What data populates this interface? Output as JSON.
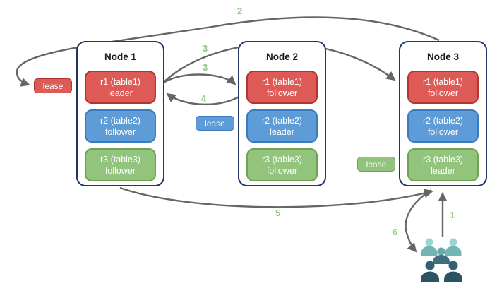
{
  "theme": {
    "red-fill": "#dd5a56",
    "red-border": "#b13633",
    "blue-fill": "#5d9cd6",
    "blue-border": "#3a7cc0",
    "green-fill": "#92c47d",
    "green-border": "#6fa352",
    "node-border": "#1f3864",
    "arrow-color": "#666666",
    "label-green": "#8cc87f",
    "user-light": "#9ad4d1",
    "user-teal": "#72b5b3",
    "user-medium-head": "#65abad",
    "user-slate": "#3f6f7e",
    "user-dark-head": "#30636f",
    "user-dark": "#2a5460"
  },
  "diagram": {
    "nodes": [
      {
        "title": "Node 1",
        "replicas": [
          {
            "name": "r1 (table1)",
            "role": "leader",
            "color": "red"
          },
          {
            "name": "r2 (table2)",
            "role": "follower",
            "color": "blue"
          },
          {
            "name": "r3 (table3)",
            "role": "follower",
            "color": "green"
          }
        ]
      },
      {
        "title": "Node 2",
        "replicas": [
          {
            "name": "r1 (table1)",
            "role": "follower",
            "color": "red"
          },
          {
            "name": "r2 (table2)",
            "role": "leader",
            "color": "blue"
          },
          {
            "name": "r3 (table3)",
            "role": "follower",
            "color": "green"
          }
        ]
      },
      {
        "title": "Node 3",
        "replicas": [
          {
            "name": "r1 (table1)",
            "role": "follower",
            "color": "red"
          },
          {
            "name": "r2 (table2)",
            "role": "follower",
            "color": "blue"
          },
          {
            "name": "r3 (table3)",
            "role": "leader",
            "color": "green"
          }
        ]
      }
    ],
    "leases": [
      {
        "label": "lease",
        "color": "red",
        "near": "Node 1 r1"
      },
      {
        "label": "lease",
        "color": "blue",
        "near": "Node 2 r2"
      },
      {
        "label": "lease",
        "color": "green",
        "near": "Node 3 r3"
      }
    ],
    "arrows": [
      {
        "label": "2",
        "from": "Node 3 top",
        "to": "red lease (left of Node 1)"
      },
      {
        "label": "3",
        "from": "Node 1 r1 leader",
        "to": "Node 3 r1 follower"
      },
      {
        "label": "3",
        "from": "Node 1 r1 leader",
        "to": "Node 2 r1 follower"
      },
      {
        "label": "4",
        "from": "Node 2 r1 follower",
        "to": "Node 1 r1 leader"
      },
      {
        "label": "5",
        "from": "Node 1 bottom",
        "to": "Node 3 bottom"
      },
      {
        "label": "1",
        "from": "clients",
        "to": "Node 3 bottom"
      },
      {
        "label": "6",
        "from": "Node 3 bottom",
        "to": "clients"
      }
    ],
    "icons": [
      {
        "name": "users-group-icon",
        "meaning": "clients"
      }
    ]
  }
}
